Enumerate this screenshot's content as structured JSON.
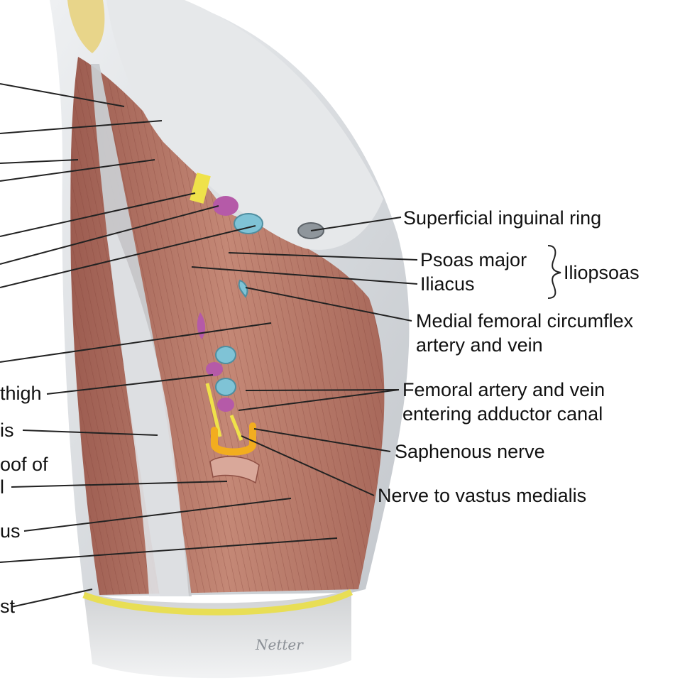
{
  "diagram": {
    "labels": {
      "superficial_inguinal_ring": "Superficial inguinal ring",
      "psoas_major": "Psoas major",
      "iliacus": "Iliacus",
      "iliopsoas": "Iliopsoas",
      "medial_femoral_circumflex": [
        "Medial femoral circumflex",
        "artery and vein"
      ],
      "femoral_artery_vein": [
        "Femoral artery and vein",
        "entering adductor canal"
      ],
      "saphenous_nerve": "Saphenous nerve",
      "nerve_to_vastus_medialis": "Nerve to vastus medialis"
    },
    "cut_off_left_labels": {
      "thigh": "thigh",
      "is": "is",
      "roof_of": "oof of",
      "l": "l",
      "us": "us",
      "st": "st"
    },
    "artist_signature": "Netter"
  },
  "colors": {
    "muscle": "#b97a68",
    "muscle_dark": "#8e4f44",
    "fascia": "#d9dbde",
    "artery": "#b55aa8",
    "vein": "#7fc3d6",
    "nerve": "#efe24a",
    "highlight": "#f2ad1f",
    "leader": "#222222"
  }
}
